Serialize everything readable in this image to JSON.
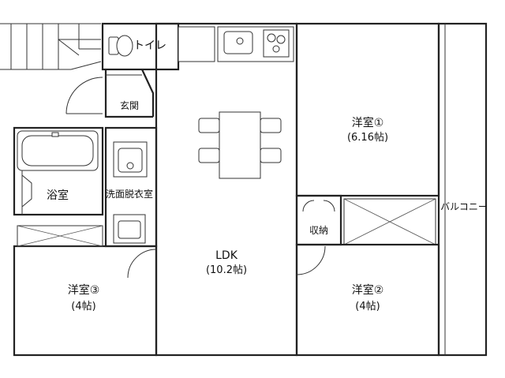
{
  "rooms": {
    "toilet": "トイレ",
    "entrance": "玄関",
    "bath": "浴室",
    "washroom": "洗面脱衣室",
    "ldk_name": "LDK",
    "ldk_size": "(10.2帖)",
    "western1_name": "洋室①",
    "western1_size": "(6.16帖)",
    "storage": "収納",
    "balcony": "バルコニー",
    "western3_name": "洋室③",
    "western3_size": "(4帖)",
    "western2_name": "洋室②",
    "western2_size": "(4帖)"
  }
}
